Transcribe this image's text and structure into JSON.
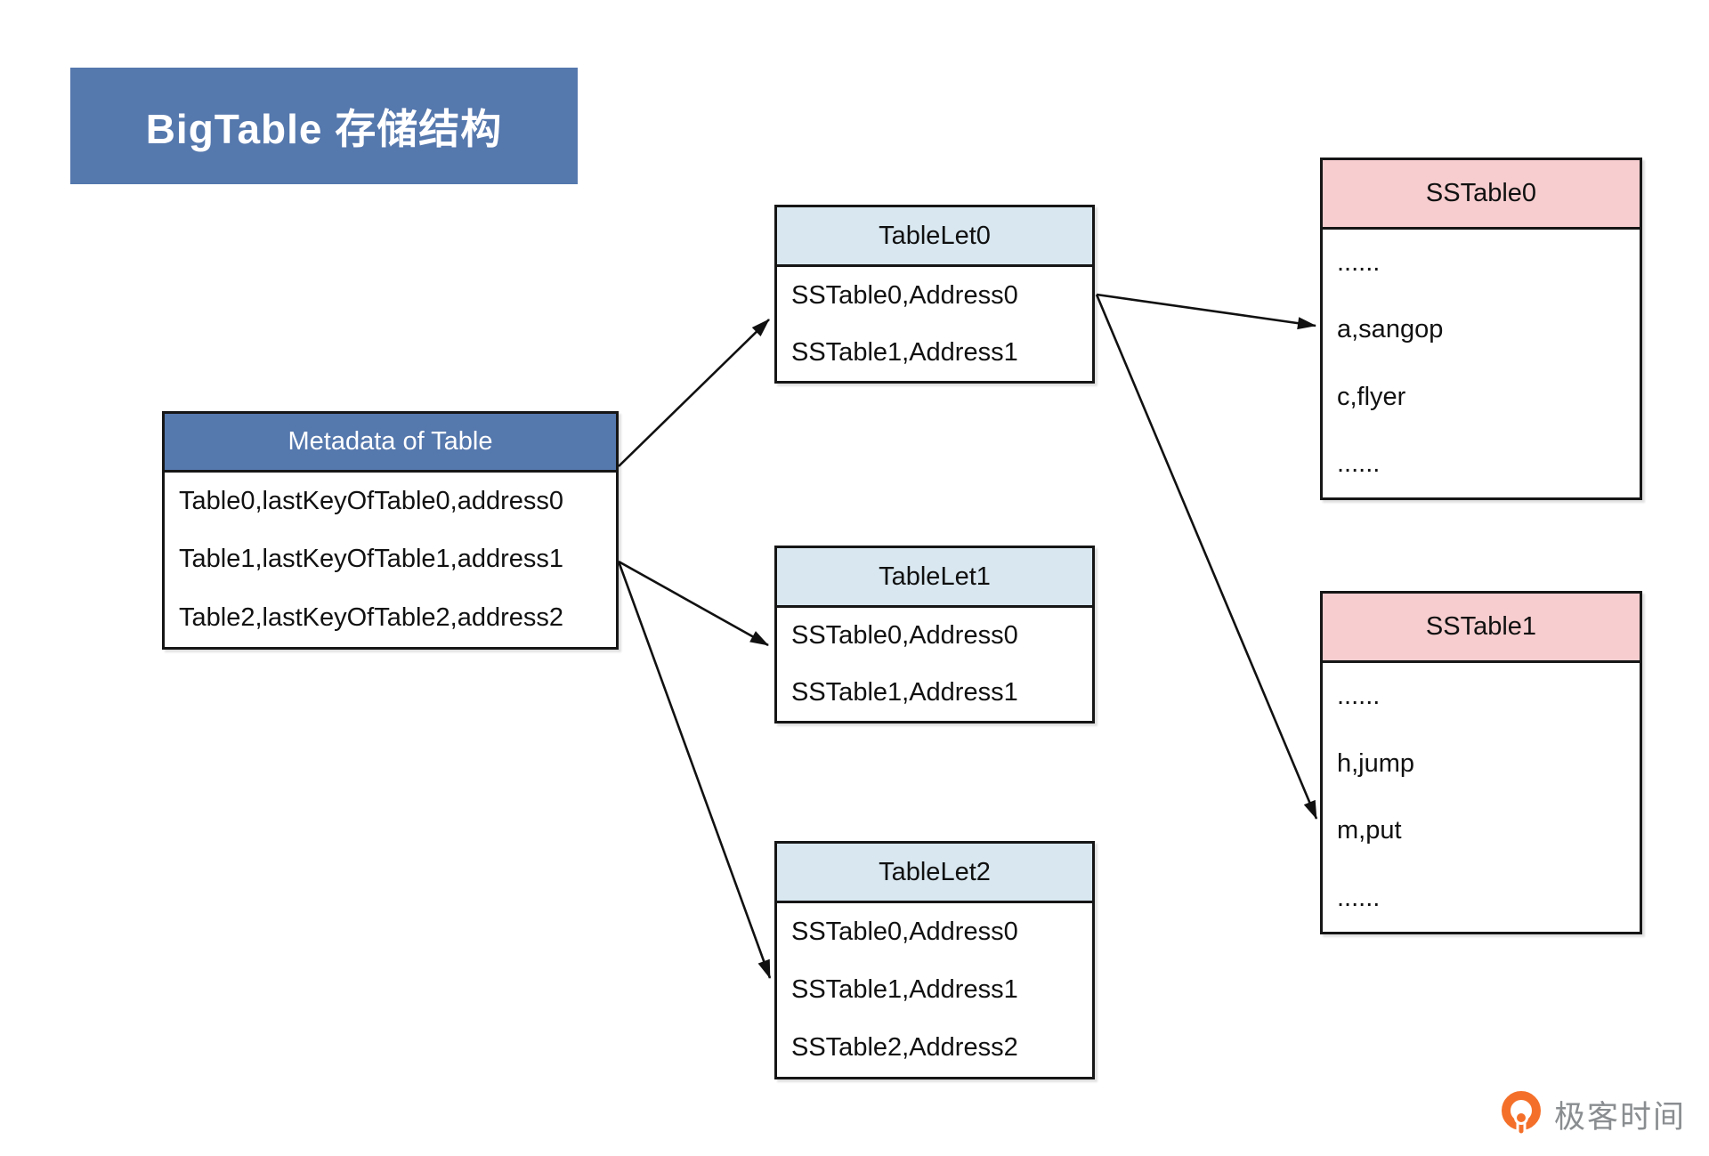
{
  "title": "BigTable 存储结构",
  "colors": {
    "title_bg": "#5578ad",
    "metadata_header_bg": "#5578ad",
    "tablelet_header_bg": "#d8e7f0",
    "sstable_header_bg": "#f7cdcf",
    "box_border": "#161616",
    "arrow": "#111111",
    "logo_orange": "#f4702a",
    "logo_text_color": "#8a8d90"
  },
  "metadata": {
    "header": "Metadata of Table",
    "rows": [
      "Table0,lastKeyOfTable0,address0",
      "Table1,lastKeyOfTable1,address1",
      "Table2,lastKeyOfTable2,address2"
    ]
  },
  "tablelets": [
    {
      "header": "TableLet0",
      "rows": [
        "SSTable0,Address0",
        "SSTable1,Address1"
      ]
    },
    {
      "header": "TableLet1",
      "rows": [
        "SSTable0,Address0",
        "SSTable1,Address1"
      ]
    },
    {
      "header": "TableLet2",
      "rows": [
        "SSTable0,Address0",
        "SSTable1,Address1",
        "SSTable2,Address2"
      ]
    }
  ],
  "sstables": [
    {
      "header": "SSTable0",
      "rows": [
        "......",
        "a,sangop",
        "c,flyer",
        "......"
      ]
    },
    {
      "header": "SSTable1",
      "rows": [
        "......",
        "h,jump",
        "m,put",
        "......"
      ]
    }
  ],
  "logo": {
    "text": "极客时间"
  }
}
